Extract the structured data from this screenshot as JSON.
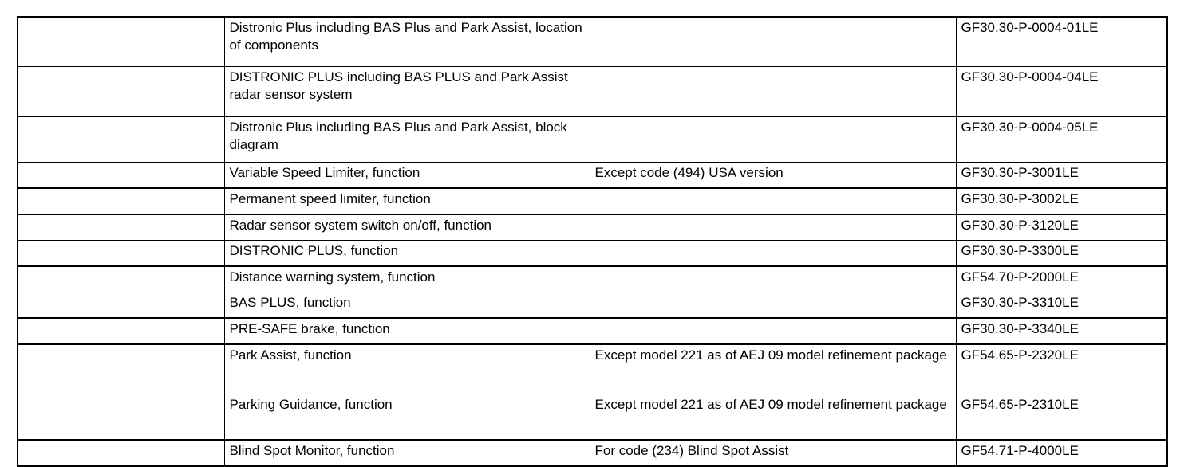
{
  "document": {
    "type": "reference-table",
    "column_count": 4,
    "row_count": 13
  },
  "table": {
    "columns": [
      {
        "key": "index",
        "label": ""
      },
      {
        "key": "description",
        "label": ""
      },
      {
        "key": "condition",
        "label": ""
      },
      {
        "key": "code",
        "label": ""
      }
    ],
    "rows": [
      {
        "index": "",
        "description": "Distronic Plus including BAS Plus and Park Assist, location of components",
        "condition": "",
        "code": "GF30.30-P-0004-01LE"
      },
      {
        "index": "",
        "description": "DISTRONIC PLUS including BAS PLUS and Park Assist radar sensor system",
        "condition": "",
        "code": "GF30.30-P-0004-04LE"
      },
      {
        "index": "",
        "description": "Distronic Plus including BAS Plus and Park Assist, block diagram",
        "condition": "",
        "code": "GF30.30-P-0004-05LE"
      },
      {
        "index": "",
        "description": "Variable Speed Limiter, function",
        "condition": "Except code (494) USA version",
        "code": "GF30.30-P-3001LE"
      },
      {
        "index": "",
        "description": "Permanent speed limiter, function",
        "condition": "",
        "code": "GF30.30-P-3002LE"
      },
      {
        "index": "",
        "description": "Radar sensor system switch on/off, function",
        "condition": "",
        "code": "GF30.30-P-3120LE"
      },
      {
        "index": "",
        "description": "DISTRONIC PLUS, function",
        "condition": "",
        "code": "GF30.30-P-3300LE"
      },
      {
        "index": "",
        "description": "Distance warning system, function",
        "condition": "",
        "code": "GF54.70-P-2000LE"
      },
      {
        "index": "",
        "description": "BAS PLUS, function",
        "condition": "",
        "code": "GF30.30-P-3310LE"
      },
      {
        "index": "",
        "description": "PRE-SAFE brake, function",
        "condition": "",
        "code": "GF30.30-P-3340LE"
      },
      {
        "index": "",
        "description": "Park Assist, function",
        "condition": "Except model 221 as of AEJ 09 model refinement package",
        "code": "GF54.65-P-2320LE"
      },
      {
        "index": "",
        "description": "Parking Guidance, function",
        "condition": "Except model 221 as of AEJ 09 model refinement package",
        "code": "GF54.65-P-2310LE"
      },
      {
        "index": "",
        "description": "Blind Spot Monitor, function",
        "condition": "For code (234) Blind Spot Assist",
        "code": "GF54.71-P-4000LE"
      }
    ]
  },
  "colors": {
    "page_background": "#ffffff",
    "text": "#000000",
    "border": "#000000"
  }
}
